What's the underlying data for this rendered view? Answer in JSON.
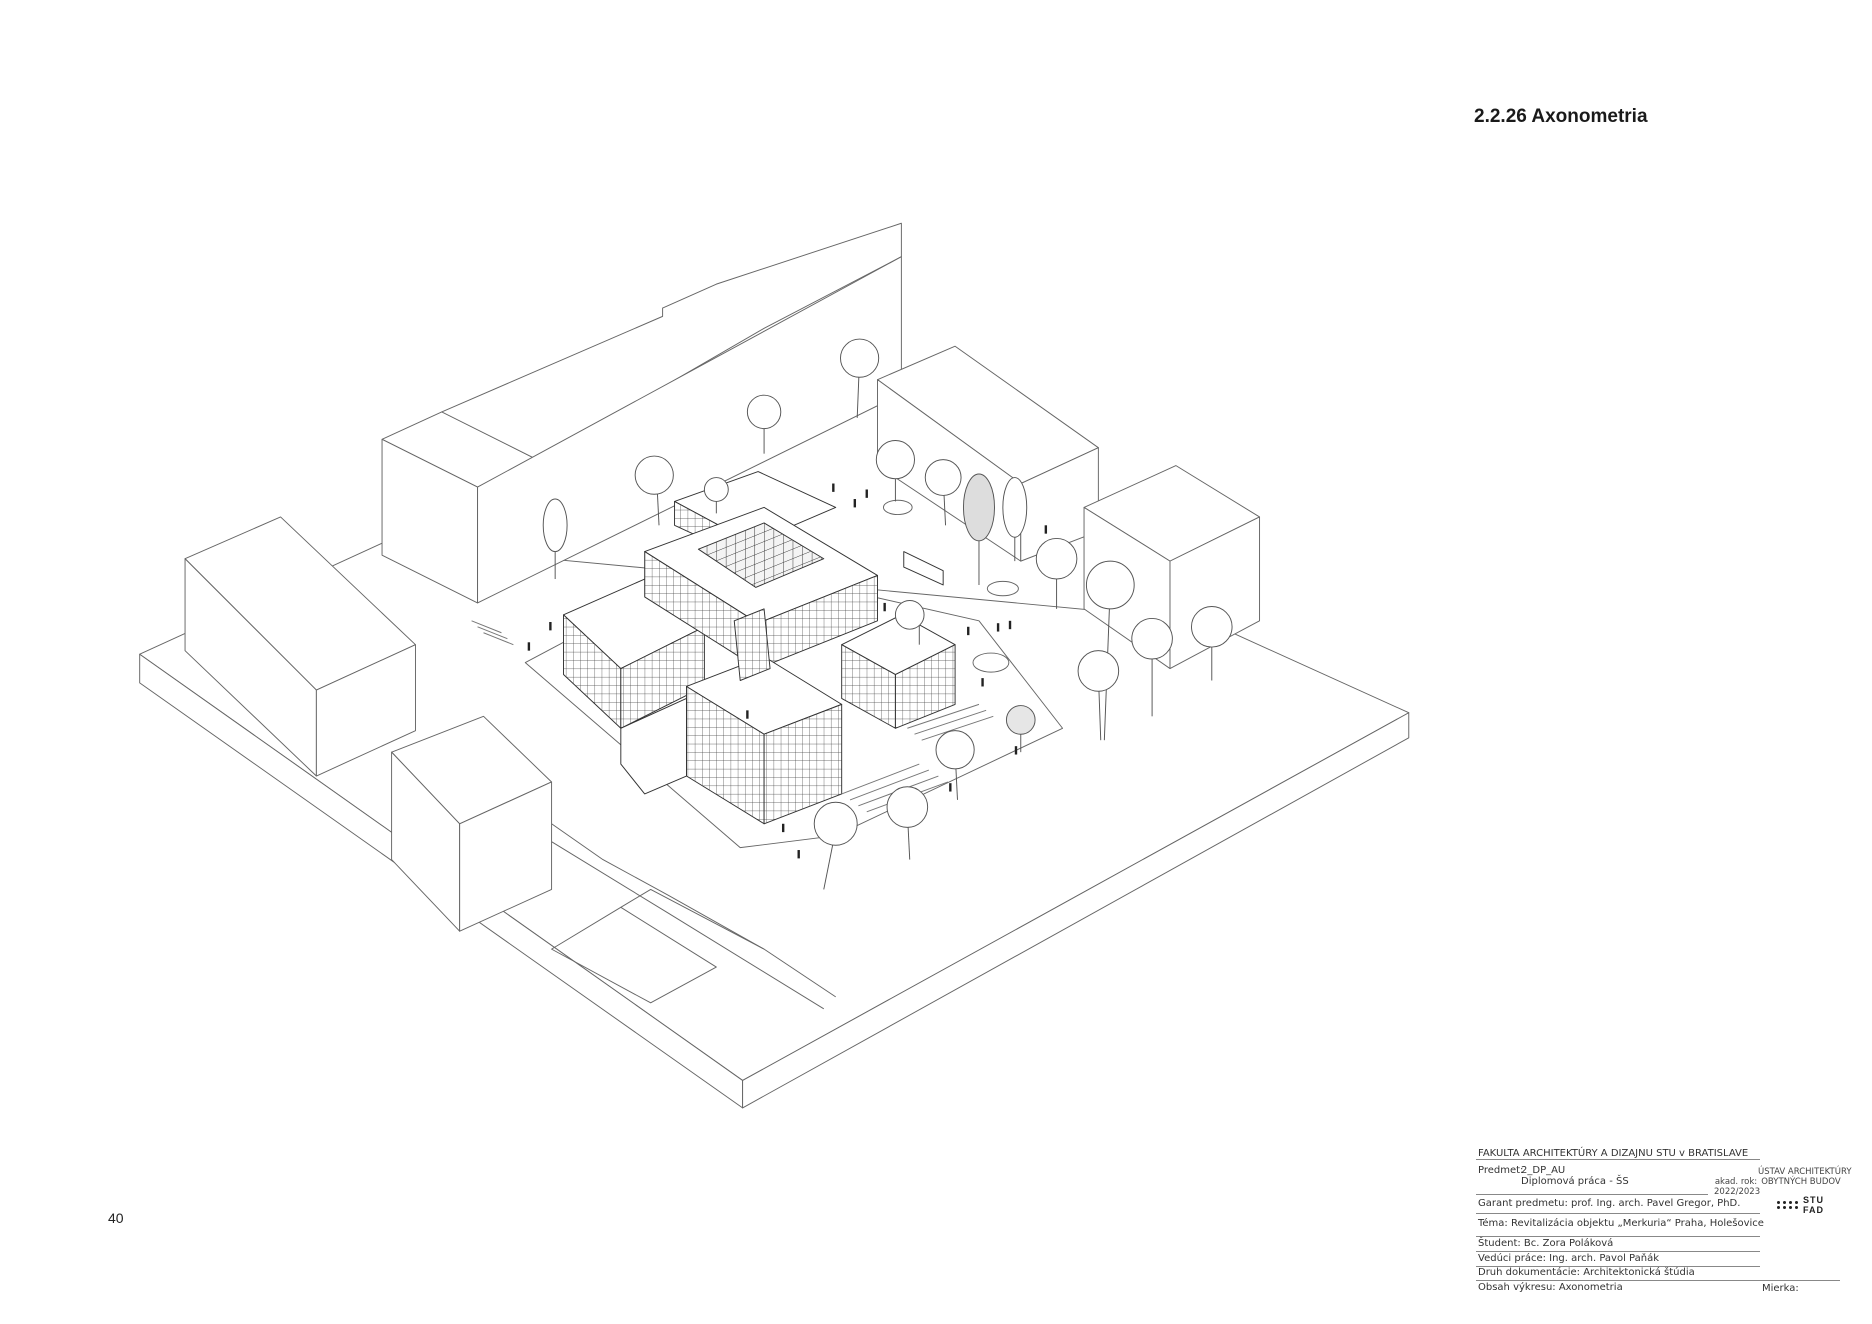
{
  "page": {
    "title": "2.2.26 Axonometria",
    "page_number": "40"
  },
  "title_block": {
    "faculty": "FAKULTA ARCHITEKTÚRY A DIZAJNU STU v BRATISLAVE",
    "subject_label": "Predmet:",
    "subject_code": "2_DP_AU",
    "subject_name": "Diplomová práca - ŠS",
    "academic_year_label": "akad. rok:",
    "academic_year": "2022/2023",
    "institute_line1": "ÚSTAV ARCHITEKTÚRY",
    "institute_line2": "OBYTNÝCH BUDOV",
    "logo_line1": "STU",
    "logo_line2": "FAD",
    "guarantor": "Garant predmetu: prof. Ing. arch. Pavel Gregor, PhD.",
    "theme": "Téma: Revitalizácia objektu „Merkuria“ Praha, Holešovice",
    "student": "Študent: Bc. Zora Poláková",
    "supervisor": "Vedúci práce: Ing. arch. Pavol Paňák",
    "doc_type": "Druh dokumentácie: Architektonická štúdia",
    "content": "Obsah výkresu:  Axonometria",
    "scale_label": "Mierka:"
  },
  "colors": {
    "line": "#555555",
    "text": "#222222"
  }
}
